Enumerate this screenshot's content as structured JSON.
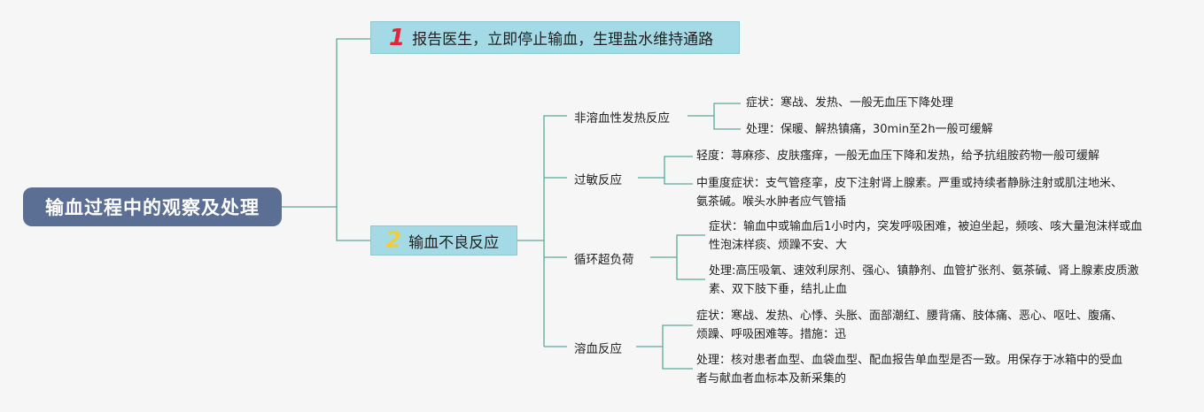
{
  "root": "输血过程中的观察及处理",
  "branch1": {
    "num": "1",
    "label": "报告医生，立即停止输血，生理盐水维持通路"
  },
  "branch2": {
    "num": "2",
    "label": "输血不良反应"
  },
  "reactions": [
    {
      "label": "非溶血性发热反应",
      "items": [
        "症状：寒战、发热、一般无血压下降处理",
        "处理：保暖、解热镇痛，30min至2h一般可缓解"
      ]
    },
    {
      "label": "过敏反应",
      "items": [
        "轻度：荨麻疹、皮肤瘙痒，一般无血压下降和发热，给予抗组胺药物一般可缓解",
        "中重度症状：支气管痉挛，皮下注射肾上腺素。严重或持续者静脉注射或肌注地米、氨茶碱。喉头水肿者应气管插"
      ]
    },
    {
      "label": "循环超负荷",
      "items": [
        "症状：输血中或输血后1小时内，突发呼吸困难，被迫坐起，频咳、咳大量泡沫样或血性泡沫样痰、烦躁不安、大",
        "处理:高压吸氧、速效利尿剂、强心、镇静剂、血管扩张剂、氨茶碱、肾上腺素皮质激素、双下肢下垂，结扎止血"
      ]
    },
    {
      "label": "溶血反应",
      "items": [
        "症状：寒战、发热、心悸、头胀、面部潮红、腰背痛、肢体痛、恶心、呕吐、腹痛、烦躁、呼吸困难等。措施：迅",
        "处理：核对患者血型、血袋血型、配血报告单血型是否一致。用保存于冰箱中的受血者与献血者血标本及新采集的"
      ]
    }
  ],
  "colors": {
    "root": "#5b6f95",
    "branch": "#a4d9e6",
    "line": "#5fa898",
    "num1": "#e0263a",
    "num2": "#f3cc3c"
  }
}
